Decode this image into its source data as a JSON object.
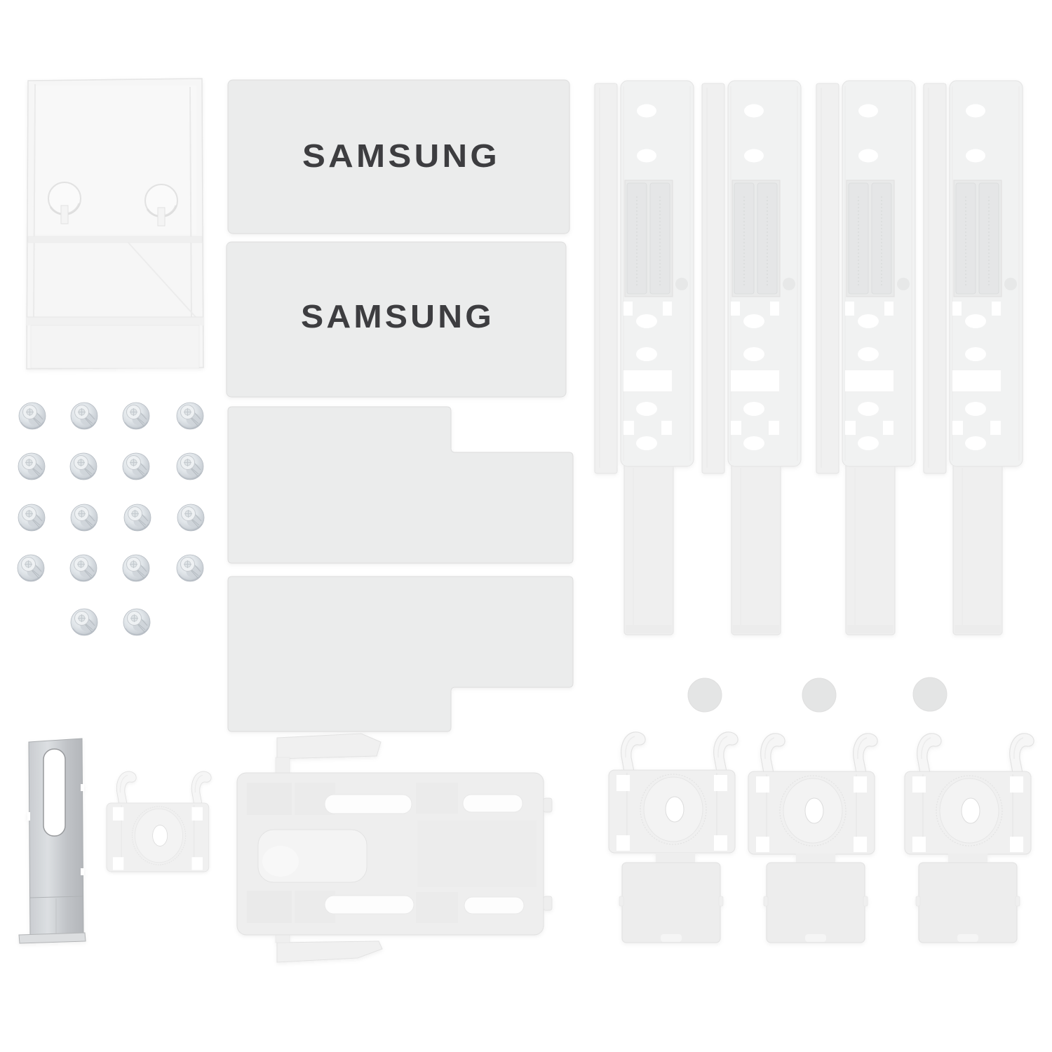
{
  "scene": {
    "type": "product-photo",
    "description": "Samsung integrated refrigerator door-slide mounting kit: white plastic fitting parts, slide rails, door clips, screws and one metal bracket laid out on a plain white background",
    "background_color": "#ffffff"
  },
  "branding": {
    "plate1_logo": "SAMSUNG",
    "plate2_logo": "SAMSUNG",
    "logo_color": "#3d3e40"
  },
  "palette": {
    "part_fill": "#f0f1f1",
    "plate_fill": "#ebecec",
    "recess_fill": "#e4e5e6",
    "outline": "#dedede",
    "screw_metal": "#c9cfd5",
    "bracket_metal": "#c6c9cc",
    "hole_white": "#ffffff"
  },
  "inventory": {
    "translucent_corner_cover": 1,
    "samsung_cover_plates": 2,
    "stepped_cover_plates": 2,
    "screws": 18,
    "slide_rails": 4,
    "hole_caps": 3,
    "door_clips": 4,
    "square_cover_caps": 3,
    "metal_bracket": 1,
    "door_slider_plate": 1
  }
}
